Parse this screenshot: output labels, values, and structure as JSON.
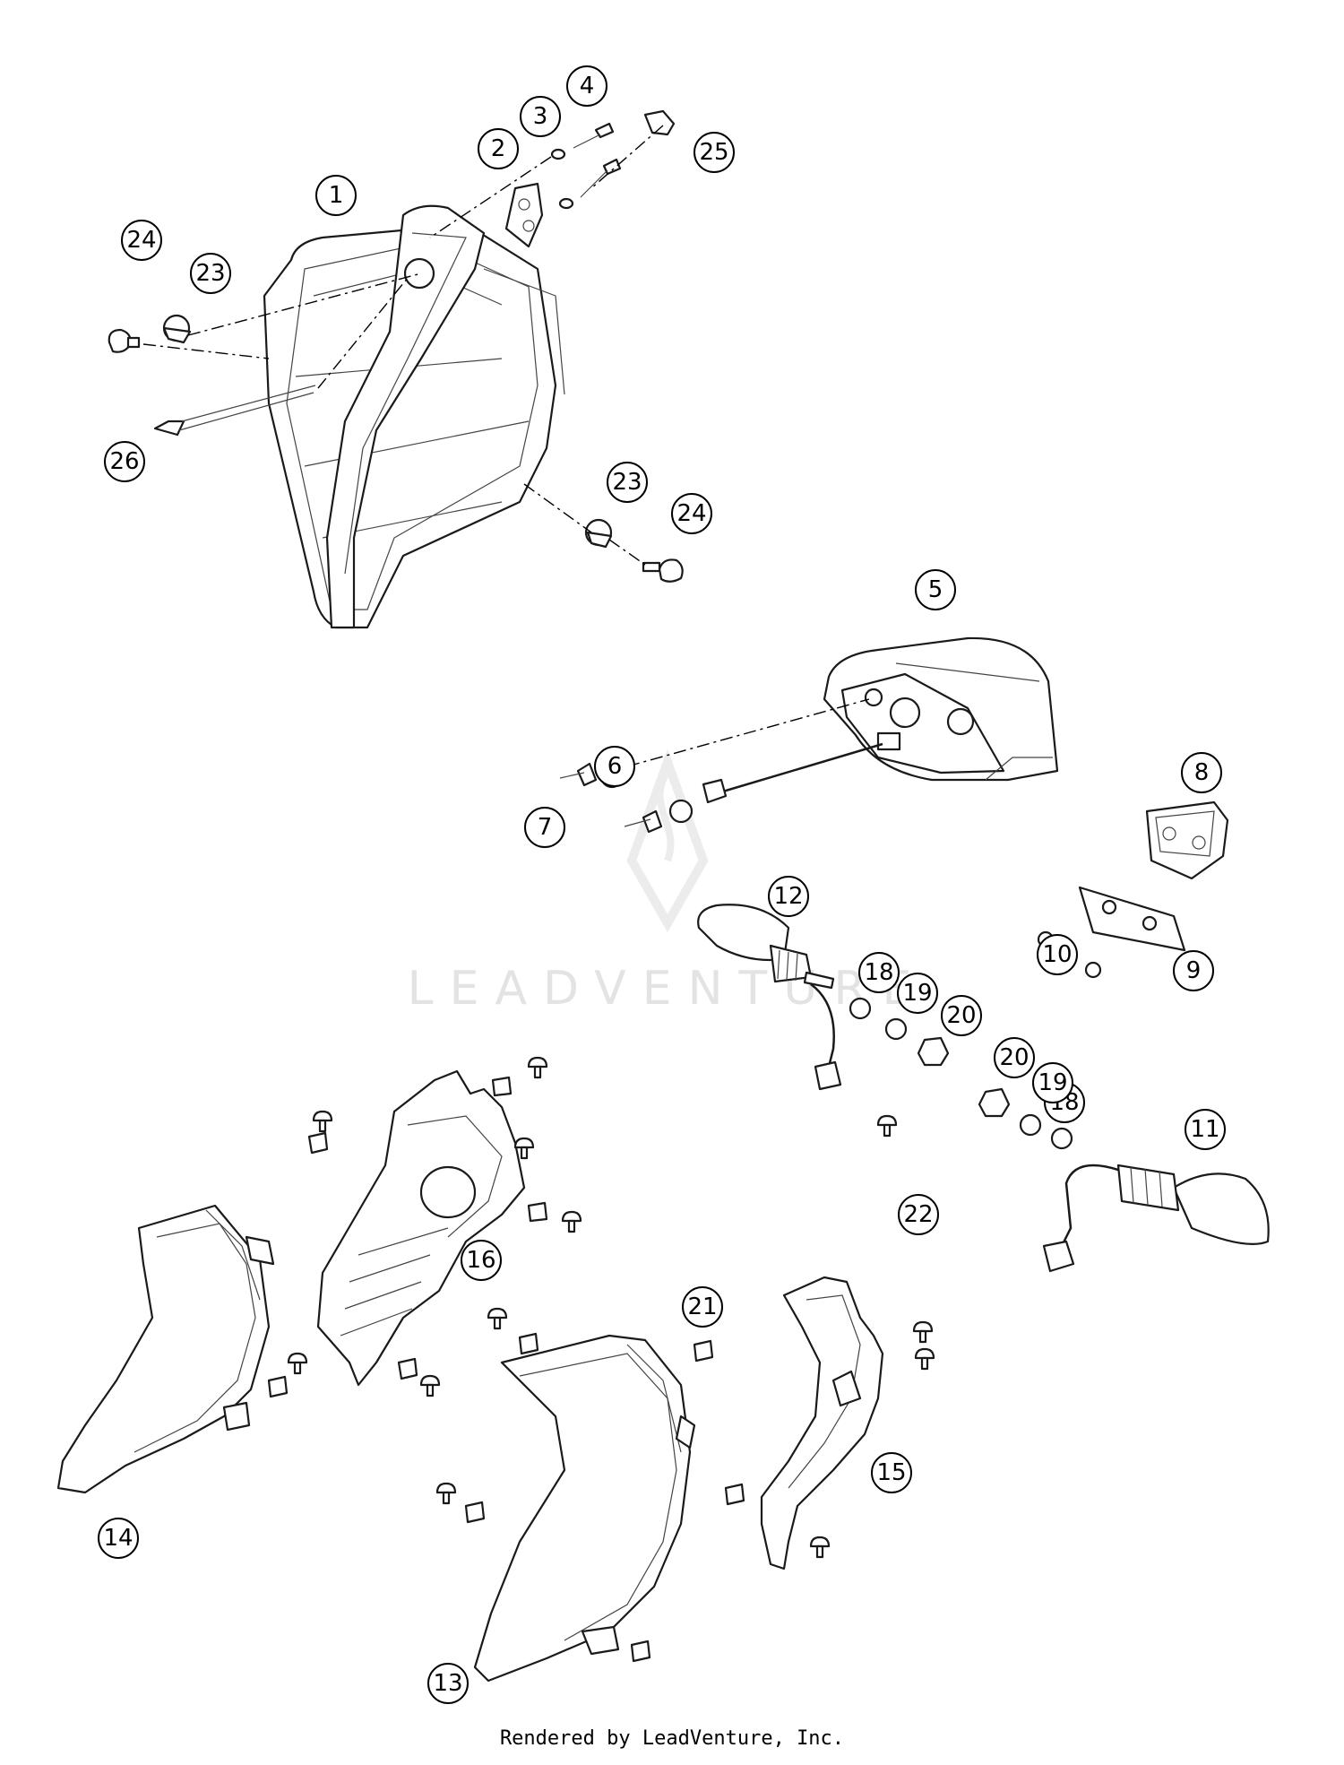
{
  "diagram": {
    "watermark": "LEADVENTURE",
    "footer": "Rendered by LeadVenture, Inc.",
    "callouts": [
      {
        "id": "c1",
        "label": "1"
      },
      {
        "id": "c2",
        "label": "2"
      },
      {
        "id": "c3",
        "label": "3"
      },
      {
        "id": "c4",
        "label": "4"
      },
      {
        "id": "c5",
        "label": "5"
      },
      {
        "id": "c6",
        "label": "6"
      },
      {
        "id": "c7",
        "label": "7"
      },
      {
        "id": "c8",
        "label": "8"
      },
      {
        "id": "c9",
        "label": "9"
      },
      {
        "id": "c10",
        "label": "10"
      },
      {
        "id": "c11",
        "label": "11"
      },
      {
        "id": "c12",
        "label": "12"
      },
      {
        "id": "c13",
        "label": "13"
      },
      {
        "id": "c14",
        "label": "14"
      },
      {
        "id": "c15",
        "label": "15"
      },
      {
        "id": "c16",
        "label": "16"
      },
      {
        "id": "c18a",
        "label": "18"
      },
      {
        "id": "c18b",
        "label": "18"
      },
      {
        "id": "c19a",
        "label": "19"
      },
      {
        "id": "c19b",
        "label": "19"
      },
      {
        "id": "c20a",
        "label": "20"
      },
      {
        "id": "c20b",
        "label": "20"
      },
      {
        "id": "c21",
        "label": "21"
      },
      {
        "id": "c22",
        "label": "22"
      },
      {
        "id": "c23a",
        "label": "23"
      },
      {
        "id": "c23b",
        "label": "23"
      },
      {
        "id": "c24a",
        "label": "24"
      },
      {
        "id": "c24b",
        "label": "24"
      },
      {
        "id": "c25",
        "label": "25"
      },
      {
        "id": "c26",
        "label": "26"
      }
    ]
  }
}
